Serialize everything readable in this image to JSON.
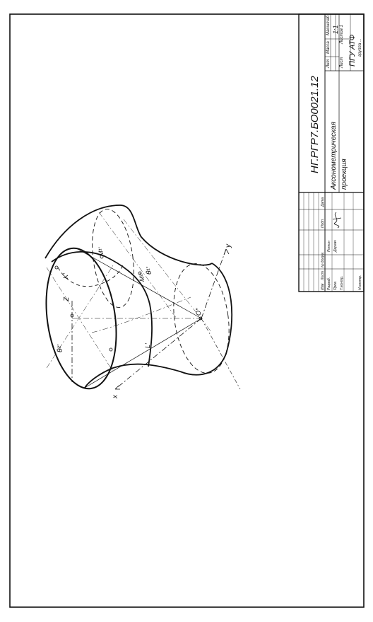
{
  "drawing": {
    "axis_labels": {
      "z": "Z",
      "y": "y",
      "x": "x"
    },
    "point_labels": {
      "theta2": "θ²'",
      "theta1": "θ¹'",
      "k": "K'",
      "m1": "M¹'",
      "m2": "M²'",
      "l": "L'",
      "o": "O''"
    }
  },
  "title_block": {
    "document_code": "НГ.РГР7.БО0021.12",
    "title_line1": "Аксонометрическая",
    "title_line2": "проекция",
    "header_lit": "Лит",
    "header_mass": "Масса",
    "header_scale": "Масштаб",
    "scale_value": "1:1",
    "sheet_label": "Лист",
    "sheets_label": "Листов 1",
    "organization": "ПГУ АТФ",
    "group_label": "группа ...",
    "rows": {
      "change_headers": [
        "Изм",
        "Лист",
        "№ докум.",
        "Подп.",
        "Дата"
      ],
      "developed_label": "Разраб.",
      "developed_name": "Ротин",
      "checked_label": "Пров.",
      "checked_name": "Дергач",
      "tcontrol_label": "Т.контр.",
      "ncontrol_label": "Н.контр."
    }
  }
}
